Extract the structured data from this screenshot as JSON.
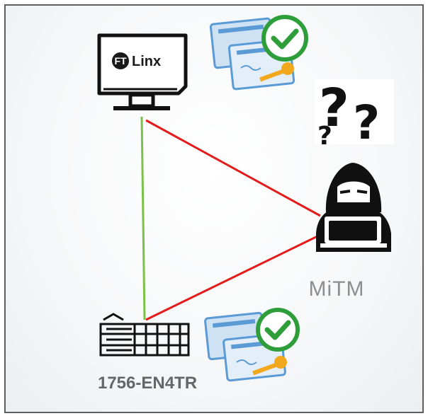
{
  "app": {
    "logo_text": "Linx",
    "logo_badge": "FT",
    "attacker_label": "MiTM",
    "device_label": "1756-EN4TR"
  },
  "icons": {
    "workstation": "monitor-icon",
    "certificate_top": "certificate-key-icon",
    "certificate_bottom": "certificate-key-icon",
    "check": "check-circle-icon",
    "question": "question-marks-icon",
    "hacker": "hacker-laptop-icon",
    "plc": "plc-module-icon"
  },
  "colors": {
    "trusted_link": "#7cc04a",
    "attack_link": "#e31b1b",
    "check_ring": "#2e9e3a",
    "certificate": "#5b9bd5",
    "key": "#f2a81d"
  }
}
